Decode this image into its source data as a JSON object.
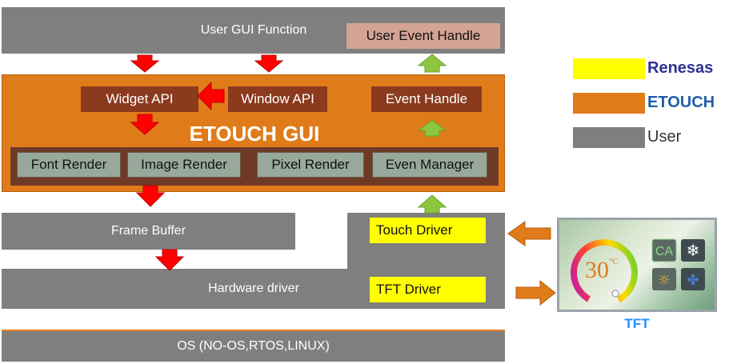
{
  "user_gui": {
    "label": "User GUI Function",
    "event_handle": "User Event Handle"
  },
  "etouch": {
    "title": "ETOUCH GUI",
    "widget_api": "Widget API",
    "window_api": "Window API",
    "event_handle": "Event Handle",
    "renders": [
      "Font Render",
      "Image Render",
      "Pixel Render",
      "Even Manager"
    ]
  },
  "frame_buffer": "Frame Buffer",
  "hardware_driver": "Hardware driver",
  "touch_driver": "Touch Driver",
  "tft_driver": "TFT Driver",
  "os": "OS (NO-OS,RTOS,LINUX)",
  "tft": {
    "label": "TFT",
    "temperature": "30",
    "unit": "°C"
  },
  "legend": [
    {
      "label": "Renesas",
      "swatch": "#ffff00",
      "text_color": "#2e3192"
    },
    {
      "label": "ETOUCH",
      "swatch": "#e07b1a",
      "text_color": "#1f5fa8"
    },
    {
      "label": "User",
      "swatch": "#7f7f7f",
      "text_color": "#333333"
    }
  ],
  "colors": {
    "etouch_orange": "#e07b1a",
    "user_gray": "#7f7f7f",
    "renesas_yellow": "#ffff00",
    "down_arrow_red": "#ff0000",
    "up_arrow_green": "#8dc63f",
    "side_arrow_orange": "#e07b1a"
  }
}
